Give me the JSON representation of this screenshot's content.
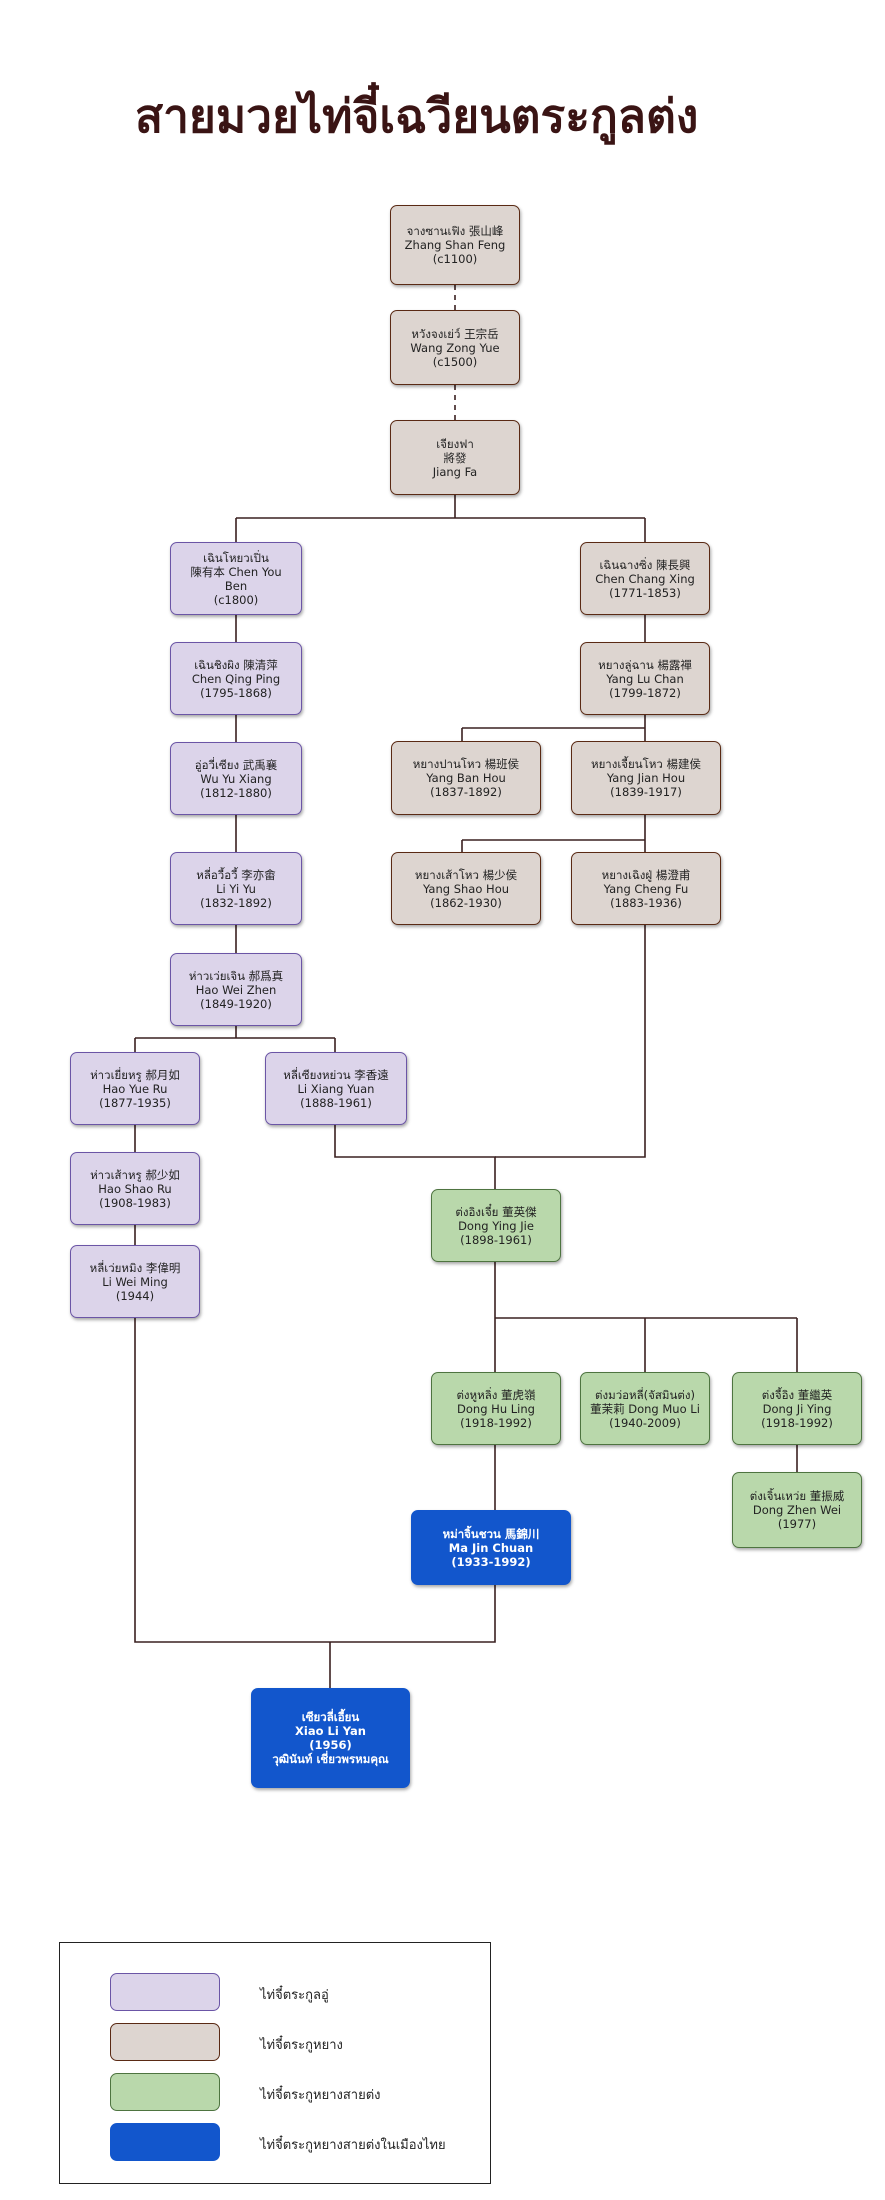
{
  "title": "สายมวยไท่จี๋เฉวียนตระกูลต่ง",
  "nodes": {
    "zhang": {
      "line1": "จางซานเฟิง  張山峰",
      "line2": "Zhang Shan Feng",
      "line3": "(c1100)"
    },
    "wang": {
      "line1": "หวังจงเย่ว์  王宗岳",
      "line2": "Wang Zong Yue",
      "line3": "(c1500)"
    },
    "jiang": {
      "line1": "เจียงฟา",
      "line2": "將發",
      "line3": "Jiang Fa"
    },
    "chenyouben": {
      "line1": "เฉินโหยวเปิ่น",
      "line2": "陳有本 Chen You",
      "line3": "Ben",
      "line4": "(c1800)"
    },
    "chencx": {
      "line1": "เฉินฉางซิ่ง  陳長興",
      "line2": "Chen Chang Xing",
      "line3": "(1771-1853)"
    },
    "chenqp": {
      "line1": "เฉินชิงผิง   陳清萍",
      "line2": "Chen Qing Ping",
      "line3": "(1795-1868)"
    },
    "yangluchan": {
      "line1": "หยางลู่ฉาน  楊露禪",
      "line2": "Yang Lu Chan",
      "line3": "(1799-1872)"
    },
    "wuyx": {
      "line1": "อู่อวี่เซียง   武禹襄",
      "line2": "Wu Yu Xiang",
      "line3": "(1812-1880)"
    },
    "yangbh": {
      "line1": "หยางปานโหว  楊班侯",
      "line2": "Yang Ban Hou",
      "line3": "(1837-1892)"
    },
    "yangjh": {
      "line1": "หยางเจี้ยนโหว  楊建侯",
      "line2": "Yang Jian Hou",
      "line3": "(1839-1917)"
    },
    "liyy": {
      "line1": "หลี่อวี้อวี้   李亦畬",
      "line2": "Li Yi Yu",
      "line3": "(1832-1892)"
    },
    "yangsh": {
      "line1": "หยางเส้าโหว  楊少侯",
      "line2": "Yang Shao Hou",
      "line3": "(1862-1930)"
    },
    "yangcf": {
      "line1": "หยางเฉิงฝู่  楊澄甫",
      "line2": "Yang Cheng Fu",
      "line3": "(1883-1936)"
    },
    "haowz": {
      "line1": "ห่าวเว่ยเจิน  郝爲真",
      "line2": "Hao Wei Zhen",
      "line3": "(1849-1920)"
    },
    "haoyr": {
      "line1": "ห่าวเยี่ยหรู  郝月如",
      "line2": "Hao Yue Ru",
      "line3": "(1877-1935)"
    },
    "lixy": {
      "line1": "หลี่เซียงหย่วน  李香遠",
      "line2": "Li Xiang Yuan",
      "line3": "(1888-1961)"
    },
    "haosr": {
      "line1": "ห่าวเส้าหรู  郝少如",
      "line2": "Hao Shao Ru",
      "line3": "(1908-1983)"
    },
    "dongyj": {
      "line1": "ต่งอิงเจี๋ย  董英傑",
      "line2": "Dong Ying Jie",
      "line3": "(1898-1961)"
    },
    "liwm": {
      "line1": "หลี่เว่ยหมิง  李偉明",
      "line2": "Li Wei Ming",
      "line3": "(1944)"
    },
    "donghl": {
      "line1": "ต่งหูหลิ่ง  董虎嶺",
      "line2": "Dong Hu Ling",
      "line3": "(1918-1992)"
    },
    "dongml": {
      "line1": "ต่งมว่อหลี่(จัสมินต่ง)",
      "line2": "董茉莉 Dong Muo Li",
      "line3": "(1940-2009)"
    },
    "dongjy": {
      "line1": "ต่งจี้อิง  董繼英",
      "line2": "Dong Ji Ying",
      "line3": "(1918-1992)"
    },
    "dongzw": {
      "line1": "ต่งเจิ้นเหว่ย  董振威",
      "line2": "Dong Zhen Wei",
      "line3": "(1977)"
    },
    "majc": {
      "line1": "หม่าจิ้นชวน  馬錦川",
      "line2": "Ma Jin Chuan",
      "line3": "(1933-1992)"
    },
    "xiaoly": {
      "line1": "เซียวลี่เอี้ยน",
      "line2": "Xiao Li Yan",
      "line3": "(1956)",
      "line4": "วุฒินันท์ เชี่ยวพรหมคุณ"
    }
  },
  "legend": [
    {
      "label": "ไท่จี๋ตระกูลอู่",
      "color": "#dcd4ea"
    },
    {
      "label": "ไท่จี๋ตระกูหยาง",
      "color": "#ddd5d0"
    },
    {
      "label": "ไท่จี๋ตระกูหยางสายต่ง",
      "color": "#b9d8ab"
    },
    {
      "label": "ไท่จี๋ตระกูหยางสายต่งในเมืองไทย",
      "color": "#1256cc"
    }
  ]
}
